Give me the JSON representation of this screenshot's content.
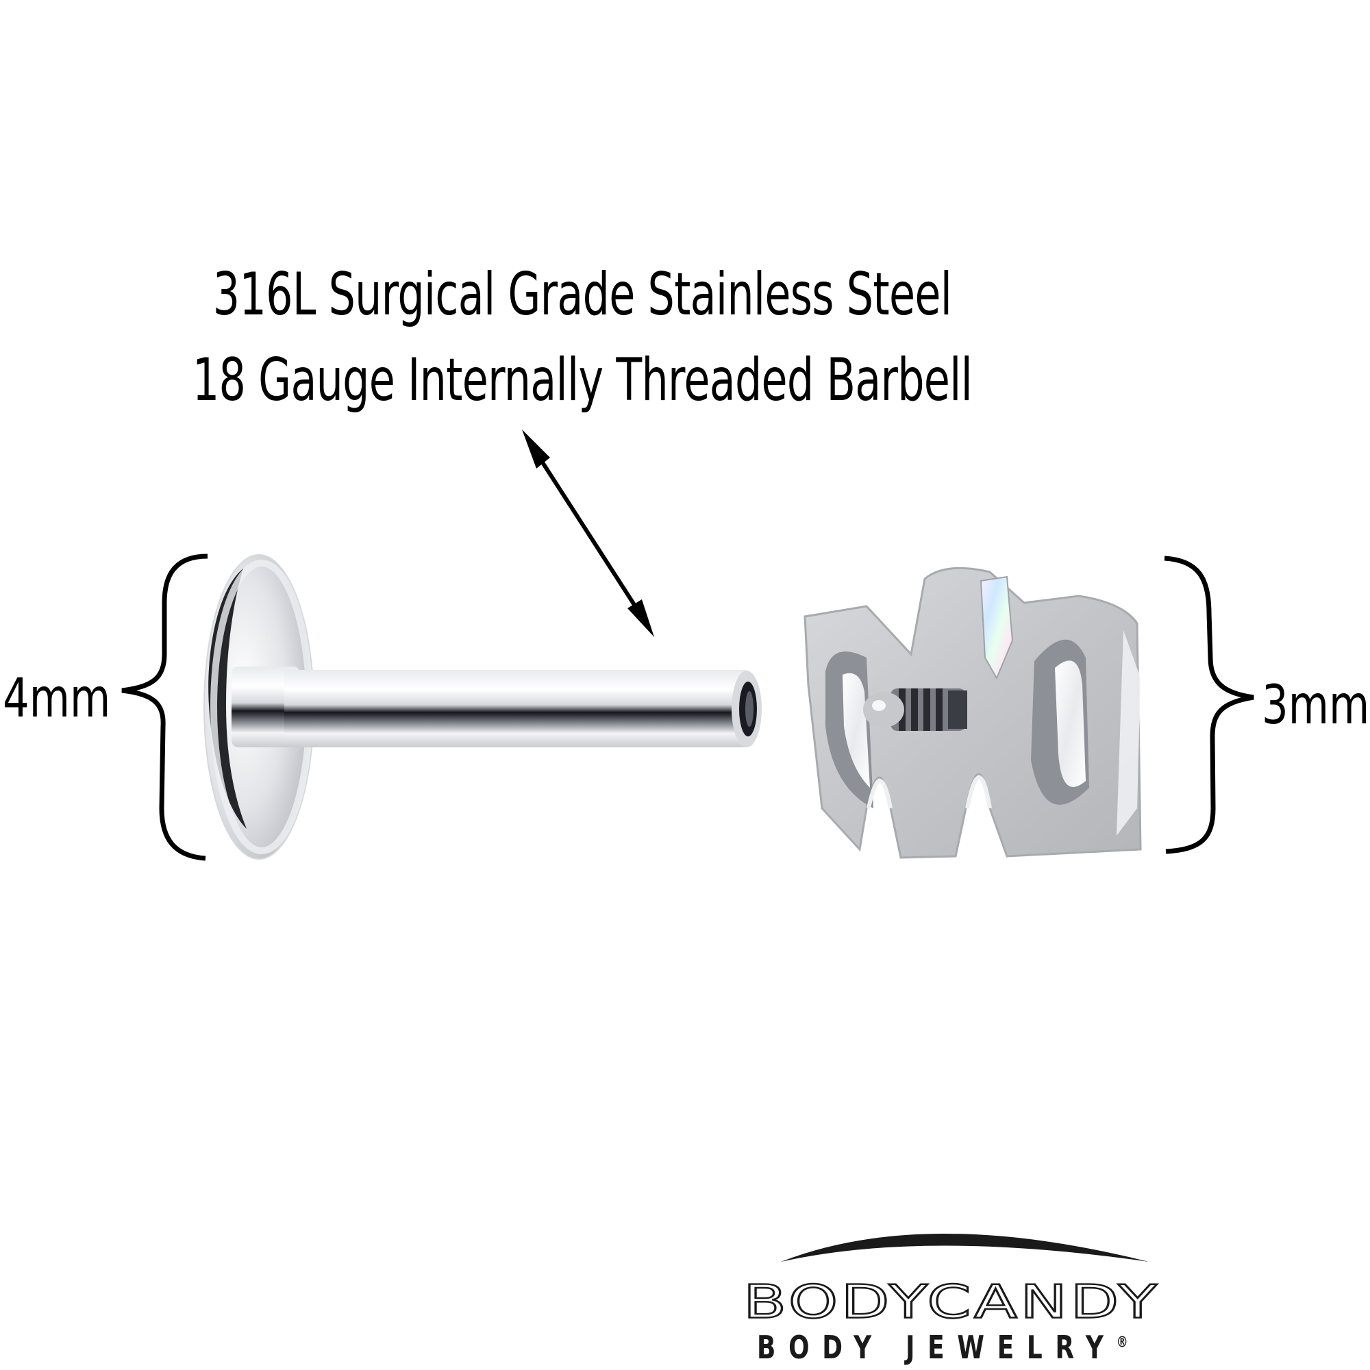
{
  "product_info": {
    "line1": "316L Surgical Grade Stainless Steel",
    "line2": "18 Gauge Internally Threaded Barbell"
  },
  "dimensions": {
    "left_label": "4mm",
    "right_label": "3mm"
  },
  "brand": {
    "name": "BODYCANDY",
    "tagline": "BODY JEWELRY",
    "registered_mark": "®"
  },
  "colors": {
    "background": "#ffffff",
    "text": "#000000",
    "metal_light": "#e6e7ea",
    "metal_mid": "#b9bcc1",
    "metal_dark": "#1b1c22"
  }
}
